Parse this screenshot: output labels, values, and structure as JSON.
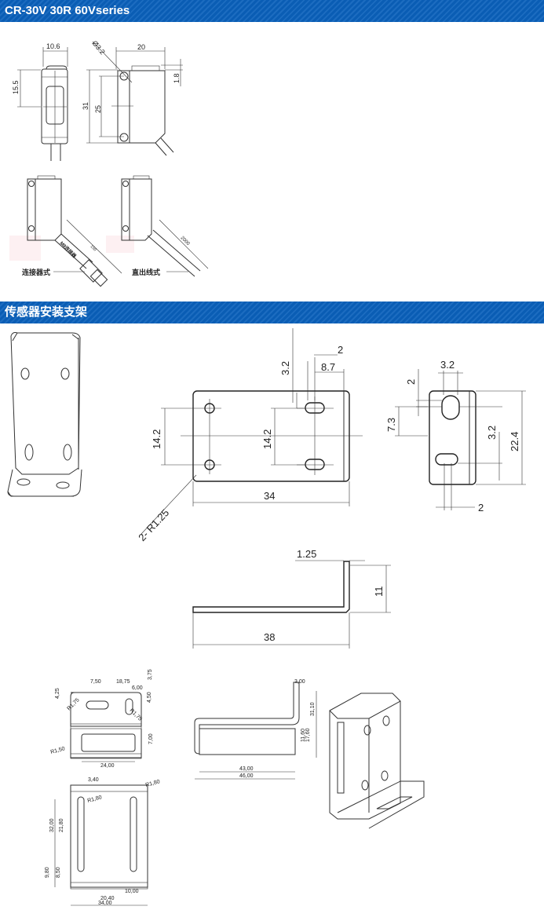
{
  "section1": {
    "title": "CR-30V 30R 60Vseries",
    "dims": {
      "width_side": "10.6",
      "height_side": "15.5",
      "hole_dia": "Ø3.2",
      "width_front": "20",
      "top_offset": "1.8",
      "total_height": "31",
      "hole_pitch": "25"
    },
    "connector_label": "连接器式",
    "connector_part": "M8连接器",
    "connector_length": "150",
    "cable_label": "直出线式",
    "cable_length": "2000"
  },
  "section2": {
    "title": "传感器安装支架",
    "front": {
      "d1": "3.2",
      "d2": "2",
      "d3": "8.7",
      "d4": "14.2",
      "d5": "14.2",
      "d6": "34",
      "radius": "2- R1.25"
    },
    "side": {
      "d1": "3.2",
      "d2": "2",
      "d3": "7.3",
      "d4": "3.2",
      "d5": "22.4",
      "d6": "2"
    },
    "profile": {
      "thickness": "1.25",
      "height": "11",
      "length": "38"
    },
    "detail_top": {
      "a": "7,50",
      "b": "18,75",
      "c": "6,00",
      "d": "3,75",
      "e": "4,25",
      "f": "4,50",
      "g": "R1,75",
      "h": "R1,75",
      "i": "7,00",
      "j": "R1,50",
      "k": "24,00"
    },
    "detail_bottom": {
      "a": "3,40",
      "b": "R1,80",
      "c": "R1,80",
      "d": "32,00",
      "e": "21,80",
      "f": "9,80",
      "g": "8,50",
      "h": "10,00",
      "i": "20,40",
      "j": "34,00"
    },
    "detail_side": {
      "a": "3,00",
      "b": "31,10",
      "c": "11,60",
      "d": "17,60",
      "e": "43,00",
      "f": "46,00"
    }
  }
}
